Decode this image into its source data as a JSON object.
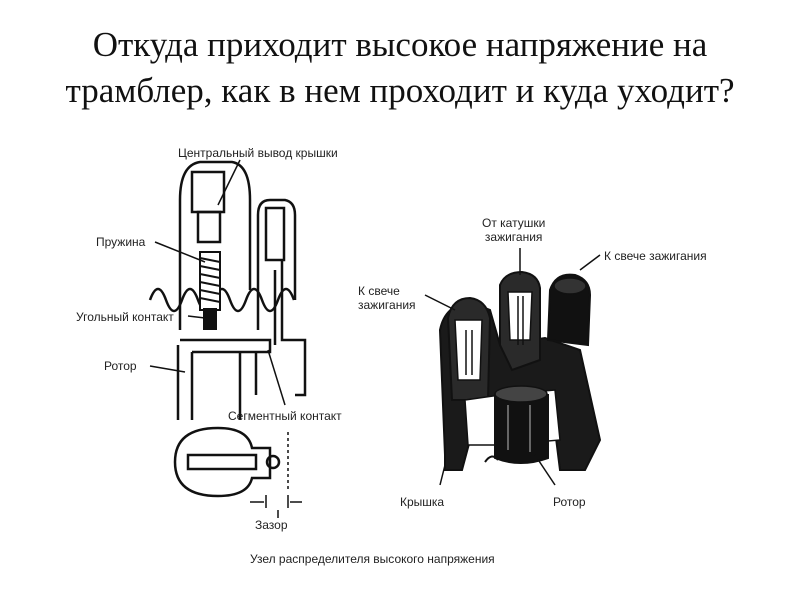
{
  "slide": {
    "title_line1": "Откуда приходит высокое напряжение на",
    "title_line2": "трамблер, как в нем проходит и куда уходит?"
  },
  "diagram_left": {
    "labels": {
      "central_terminal": "Центральный вывод крышки",
      "spring": "Пружина",
      "carbon_contact": "Угольный контакт",
      "rotor": "Ротор",
      "segment_contact": "Сегментный контакт",
      "gap": "Зазор"
    }
  },
  "diagram_right": {
    "labels": {
      "from_coil_line1": "От катушки",
      "from_coil_line2": "зажигания",
      "to_plug_right": "К свече зажигания",
      "to_plug_left_line1": "К свече",
      "to_plug_left_line2": "зажигания",
      "cap": "Крышка",
      "rotor": "Ротор"
    }
  },
  "caption": "Узел распределителя высокого напряжения"
}
